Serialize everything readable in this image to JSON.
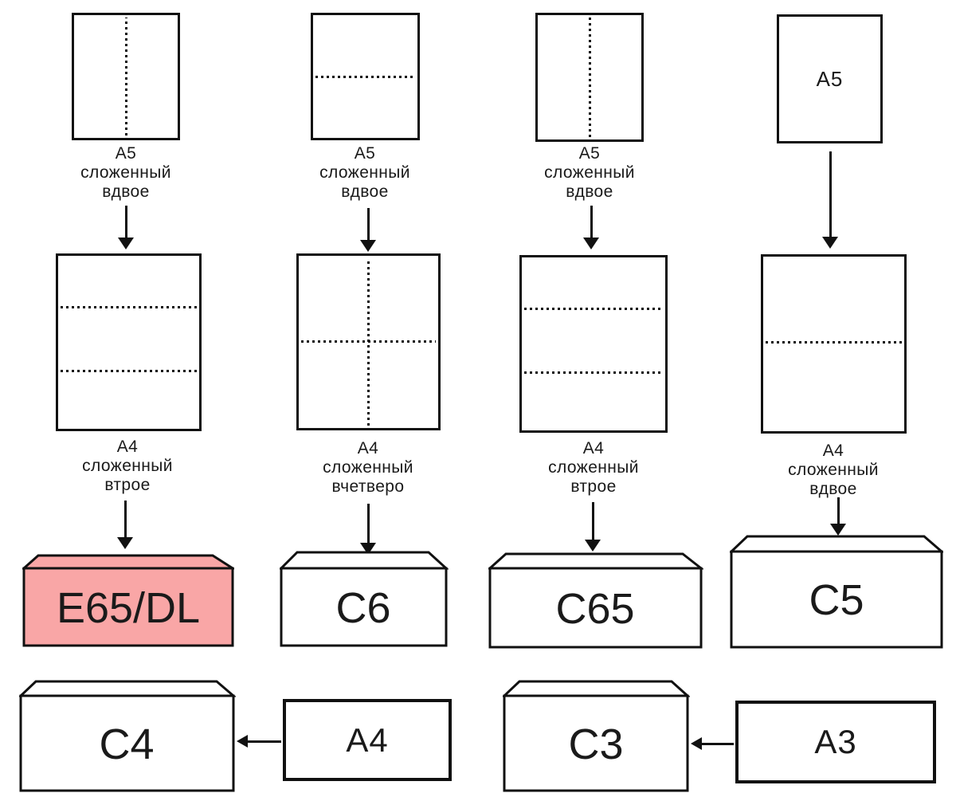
{
  "colors": {
    "pink": "#f9a6a6",
    "white": "#ffffff",
    "ink": "#111111"
  },
  "columns": [
    {
      "small_sheet_label": "A5\nсложенный\nвдвое",
      "large_sheet_label": "A4\nсложенный\nвтрое",
      "envelope_label": "E65/DL"
    },
    {
      "small_sheet_label": "A5\nсложенный\nвдвое",
      "large_sheet_label": "A4\nсложенный\nвчетверо",
      "envelope_label": "C6"
    },
    {
      "small_sheet_label": "A5\nсложенный\nвдвое",
      "large_sheet_label": "A4\nсложенный\nвтрое",
      "envelope_label": "C65"
    },
    {
      "small_sheet_inner_label": "A5",
      "large_sheet_label": "A4\nсложенный\nвдвое",
      "envelope_label": "C5"
    }
  ],
  "bottom_row": [
    {
      "envelope_label": "C4",
      "sheet_label": "A4"
    },
    {
      "envelope_label": "C3",
      "sheet_label": "A3"
    }
  ]
}
